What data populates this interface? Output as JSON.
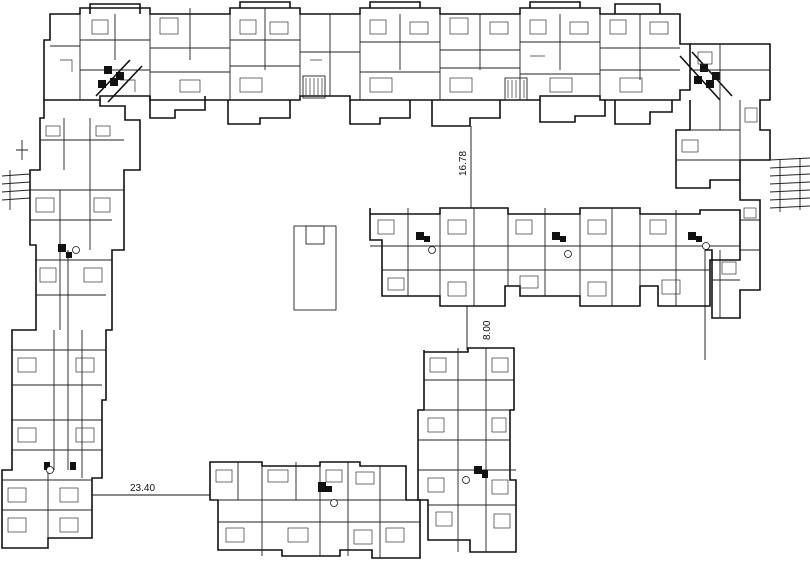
{
  "dimensions": {
    "courtyard_width": "23.40",
    "north_gap": "16.78",
    "inner_gap": "8.00"
  }
}
